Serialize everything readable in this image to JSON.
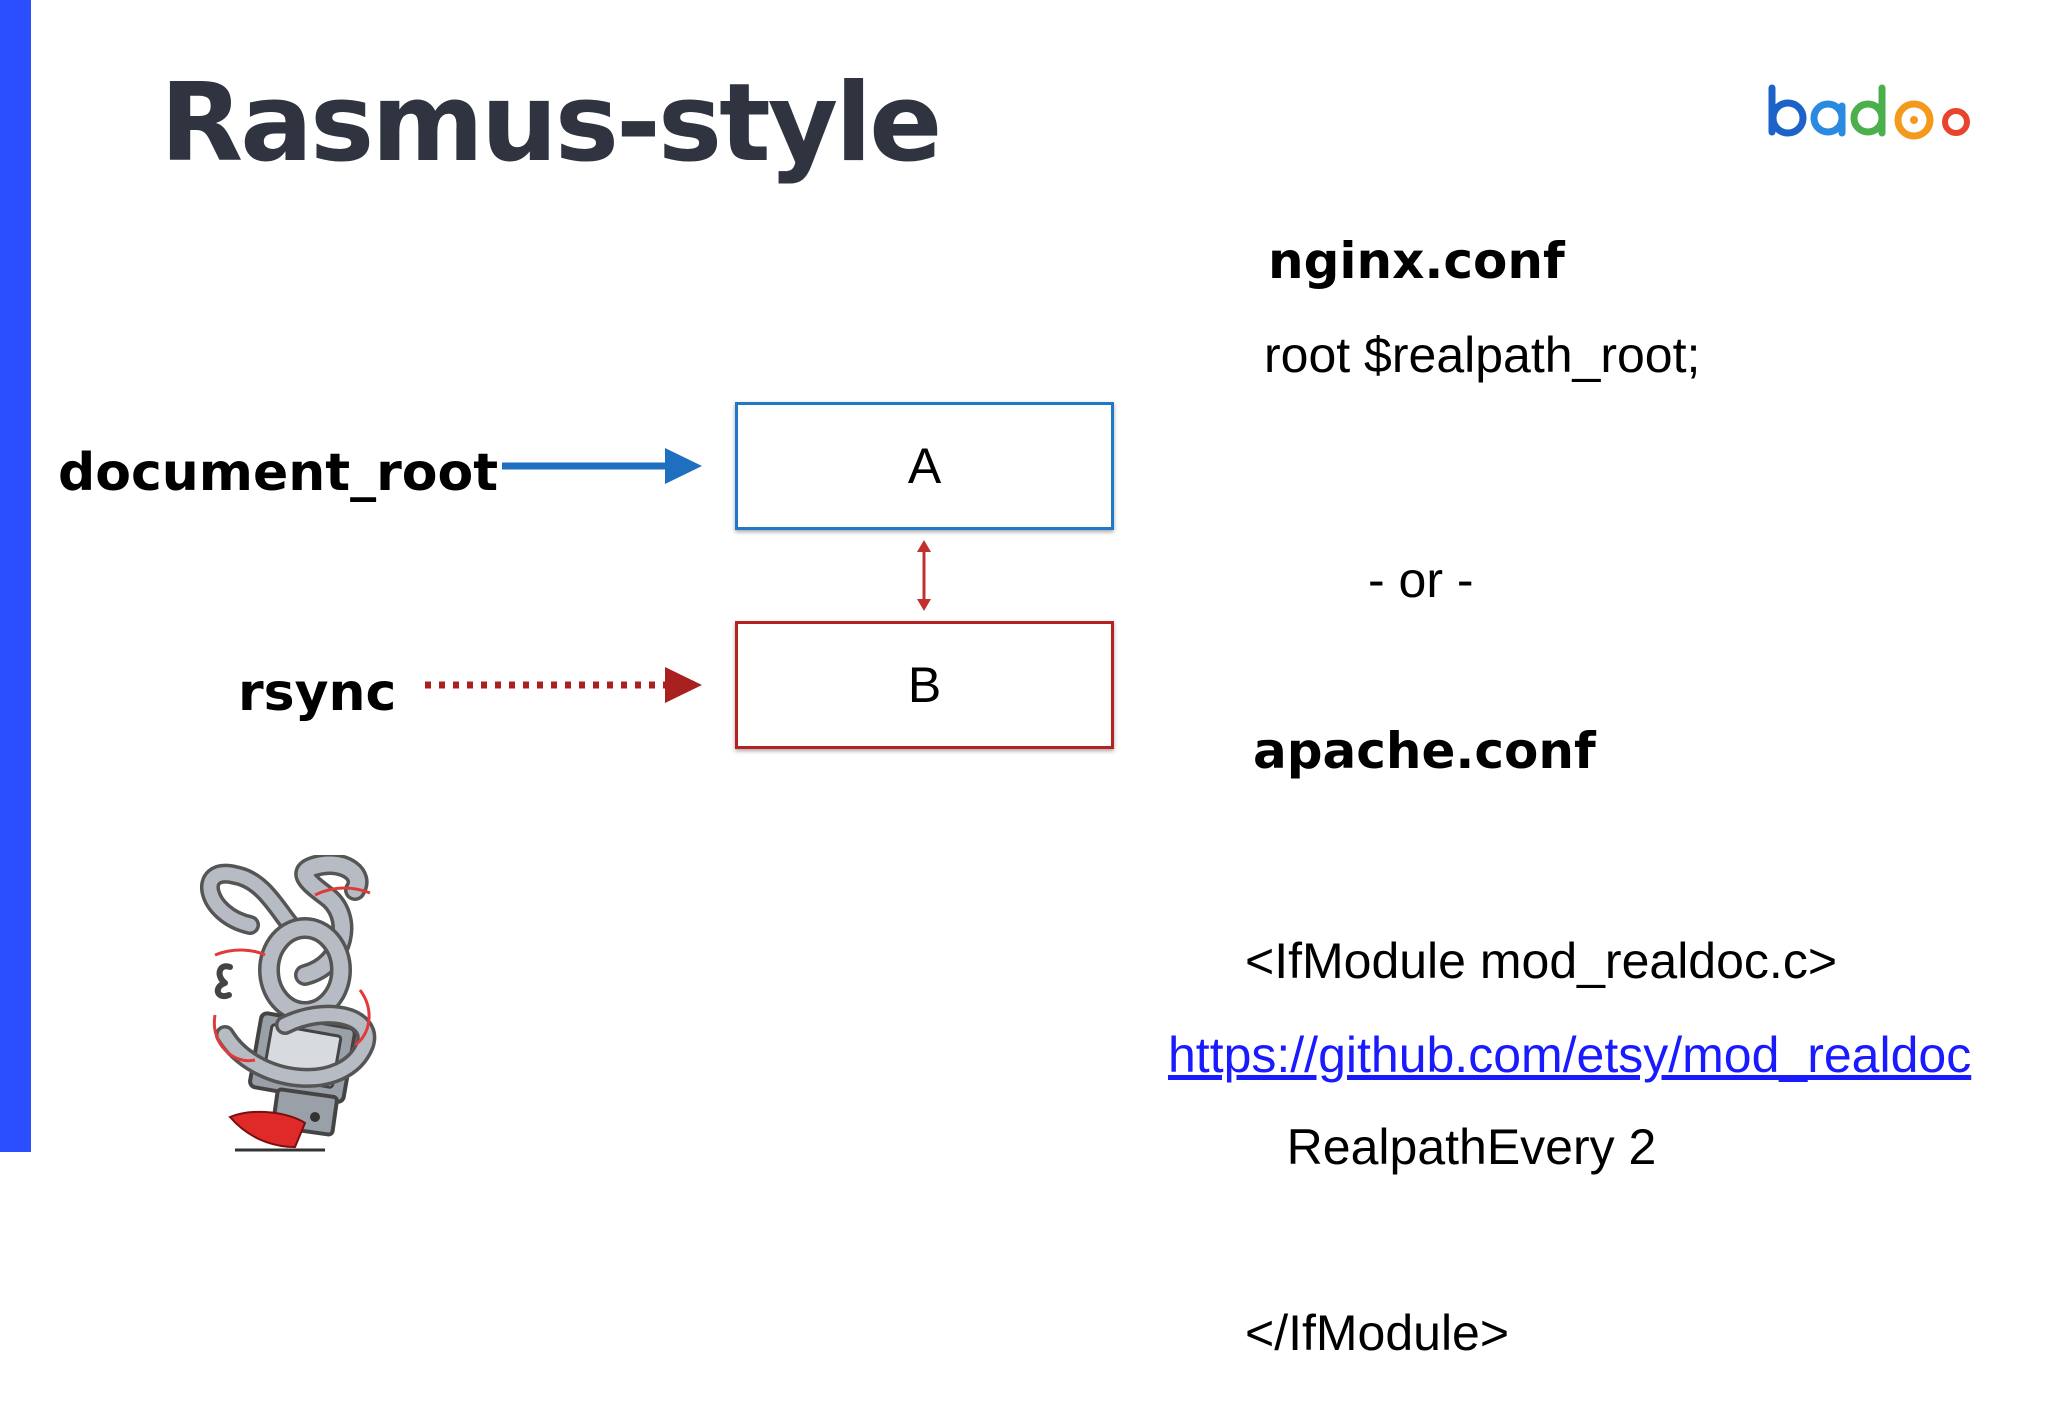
{
  "slide": {
    "title": "Rasmus-style",
    "logo": {
      "text": "badoo",
      "icon": "badoo-logo"
    },
    "colors": {
      "accent_bar": "#2b4fff",
      "box_a": "#1f78c8",
      "box_b": "#b52222",
      "link": "#1a1aff"
    }
  },
  "diagram": {
    "document_root_label": "document_root",
    "rsync_label": "rsync",
    "box_a_label": "A",
    "box_b_label": "B"
  },
  "nginx": {
    "heading": "nginx.conf",
    "line": "root $realpath_root;"
  },
  "separator": "- or -",
  "apache": {
    "heading": "apache.conf",
    "lines": [
      "<IfModule mod_realdoc.c>",
      "   RealpathEvery 2",
      "</IfModule>"
    ]
  },
  "link": "https://github.com/etsy/mod_realdoc",
  "mascot": {
    "icon": "tangled-robot-illustration"
  }
}
